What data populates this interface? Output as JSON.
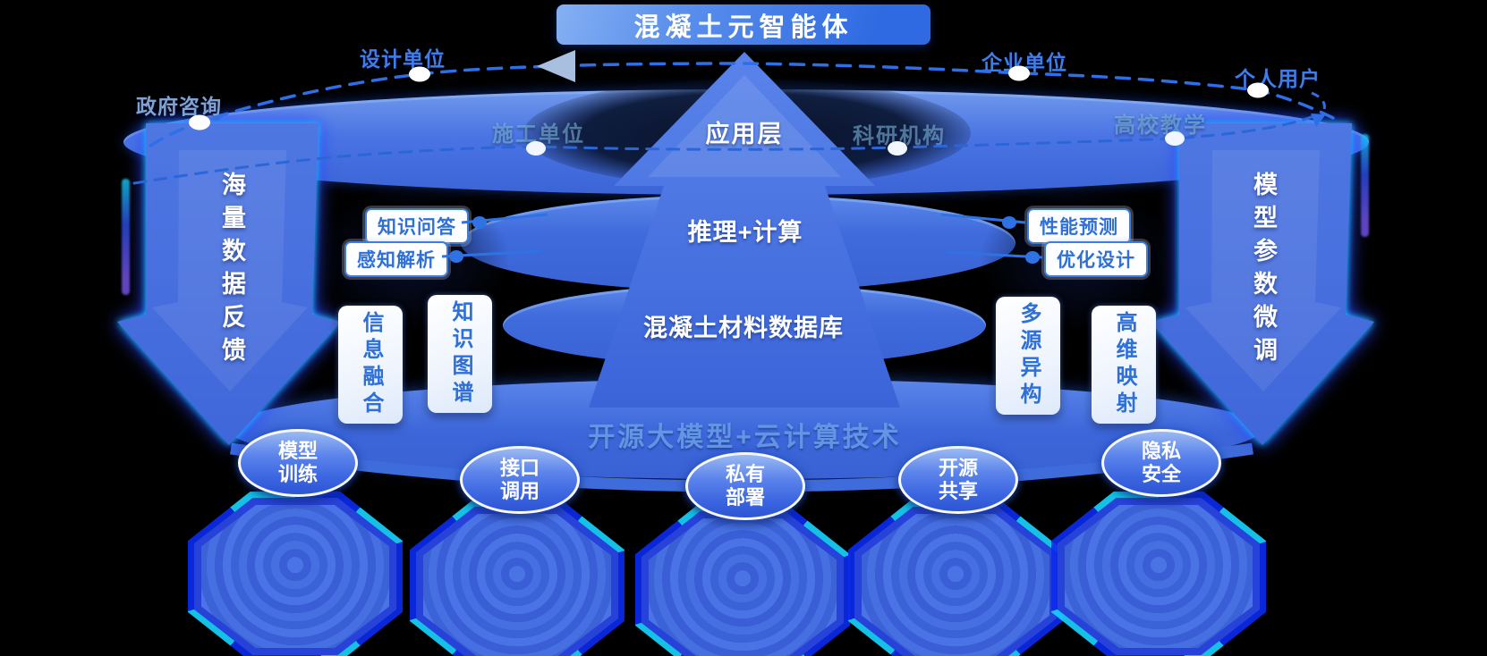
{
  "banner": {
    "title": "混凝土元智能体"
  },
  "funnel": {
    "app_layer": "应用层",
    "reasoning_layer": "推理+计算",
    "database_layer": "混凝土材料数据库"
  },
  "users_ring": {
    "outer": [
      {
        "label": "政府咨询"
      },
      {
        "label": "设计单位"
      },
      {
        "label": "企业单位"
      },
      {
        "label": "个人用户"
      }
    ],
    "band": [
      {
        "label": "施工单位"
      },
      {
        "label": "科研机构"
      },
      {
        "label": "高校教学"
      }
    ]
  },
  "side_arrows": {
    "left": "海量数据反馈",
    "right": "模型参数微调"
  },
  "capability_tags": {
    "left": [
      "知识问答",
      "感知解析"
    ],
    "right": [
      "性能预测",
      "优化设计"
    ]
  },
  "data_cards": {
    "left": [
      "信息融合",
      "知识图谱"
    ],
    "right": [
      "多源异构",
      "高维映射"
    ]
  },
  "base_platform": {
    "label": "开源大模型+云计算技术",
    "nodes": [
      "模型训练",
      "接口调用",
      "私有部署",
      "开源共享",
      "隐私安全"
    ]
  },
  "colors": {
    "accent_blue": "#2f6fe0",
    "band_blue": "#4a74e4",
    "glow_cyan": "#19d8ff",
    "text_white": "#ffffff"
  }
}
